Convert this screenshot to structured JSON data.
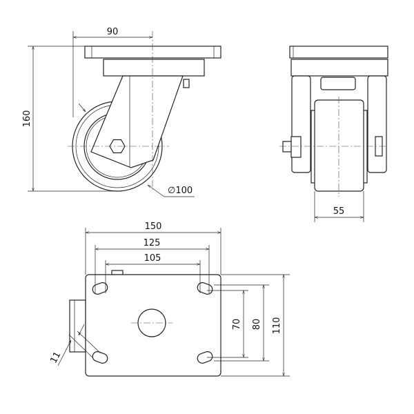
{
  "side_view": {
    "dim_plate_offset": "90",
    "dim_height": "160",
    "dim_wheel_diameter": "∅100"
  },
  "front_view": {
    "dim_wheel_width": "55"
  },
  "top_view": {
    "dim_plate_length": "150",
    "dim_hole_spacing_outer": "125",
    "dim_hole_spacing_inner": "105",
    "dim_hole_spacing_v_inner": "70",
    "dim_hole_spacing_v_outer": "80",
    "dim_plate_width": "110",
    "dim_slot_width": "11"
  }
}
